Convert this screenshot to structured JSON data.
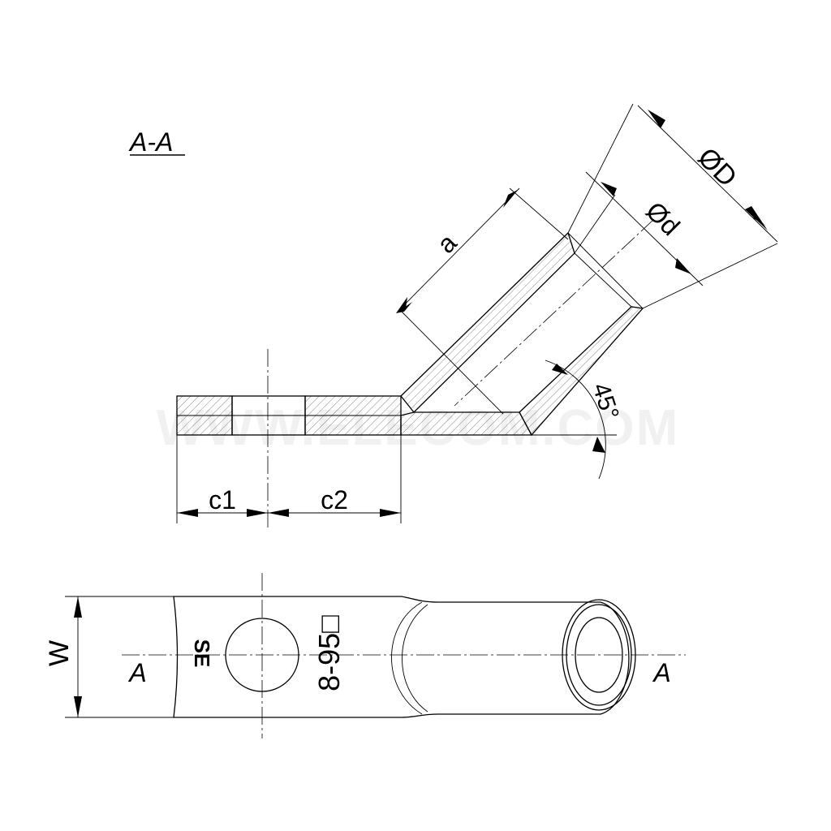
{
  "section_label": "A-A",
  "watermark": "WWW.ELECOM.COM",
  "dimensions": {
    "outer_diameter": "ØD",
    "inner_diameter": "Ød",
    "barrel_length": "a",
    "palm_c1": "c1",
    "palm_c2": "c2",
    "angle": "45°",
    "width": "W"
  },
  "section_marks": {
    "left": "A",
    "right": "A"
  },
  "stamp": {
    "logo": "SE",
    "size": "8-95□"
  }
}
